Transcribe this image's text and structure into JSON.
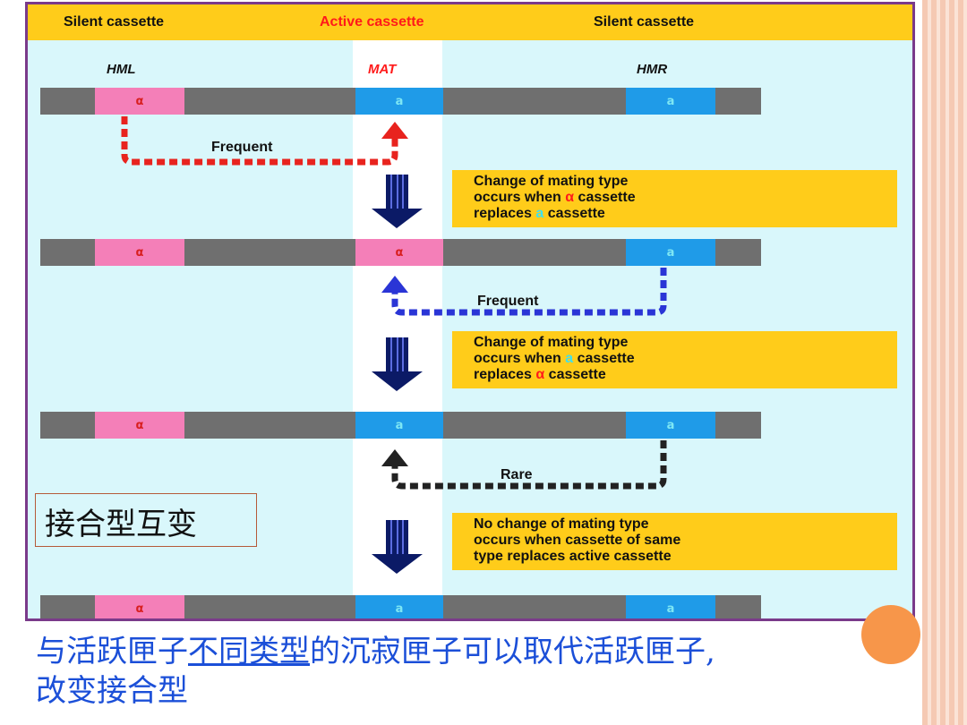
{
  "header": {
    "left": "Silent cassette",
    "center": "Active cassette",
    "right": "Silent cassette"
  },
  "loci": {
    "hml": "HML",
    "mat": "MAT",
    "hmr": "HMR"
  },
  "rows": [
    {
      "hml": "α",
      "mat": "a",
      "hmr": "a"
    },
    {
      "hml": "α",
      "mat": "α",
      "hmr": "a"
    },
    {
      "hml": "α",
      "mat": "a",
      "hmr": "a"
    },
    {
      "hml": "α",
      "mat": "a",
      "hmr": "a"
    }
  ],
  "transitions": [
    {
      "label": "Frequent",
      "color": "#e8231e"
    },
    {
      "label": "Frequent",
      "color": "#2a35d6"
    },
    {
      "label": "Rare",
      "color": "#222222"
    }
  ],
  "notes": [
    {
      "line1": "Change of mating type",
      "line2_pre": "occurs when ",
      "line2_mark": "α",
      "line2_post": " cassette",
      "line3_pre": "replaces ",
      "line3_mark": "a",
      "line3_post": " cassette"
    },
    {
      "line1": "Change of mating type",
      "line2_pre": "occurs when ",
      "line2_mark": "a",
      "line2_post": " cassette",
      "line3_pre": "replaces ",
      "line3_mark": "α",
      "line3_post": " cassette"
    },
    {
      "line1": "No change of mating type",
      "line2": "occurs when cassette of same",
      "line3": "type replaces active cassette"
    }
  ],
  "label_box": "接合型互变",
  "caption": {
    "part1": "与活跃匣子",
    "part2_underlined": "不同类型",
    "part3": "的沉寂匣子可以取代活跃匣子,",
    "line2": "改变接合型"
  },
  "colors": {
    "alpha_segment": "#f47fb8",
    "a_segment": "#1f9be8",
    "chromosome": "#6f6f6f",
    "header": "#ffcc1a",
    "background": "#d9f7fb",
    "caption_text": "#1b4fd8"
  }
}
